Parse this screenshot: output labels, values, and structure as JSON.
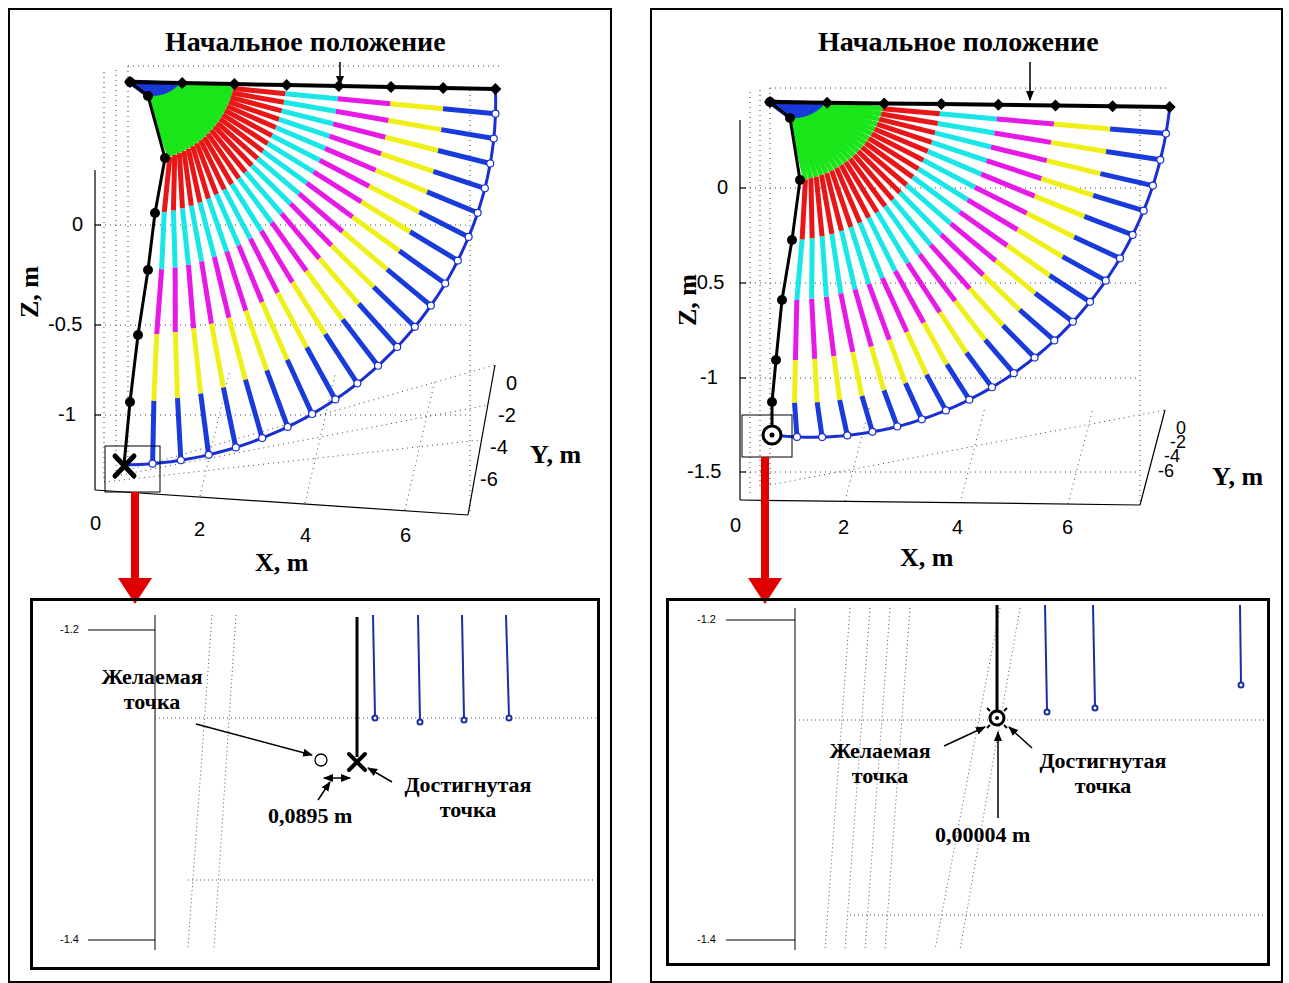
{
  "diagram": {
    "nodes": [
      {
        "text": [
          "Начальное положение"
        ]
      },
      {
        "text": [
          "Желаемая точка",
          "Достигнутая точка",
          "0,0895 m"
        ],
        "in": 0
      },
      {
        "text": [
          "Начальное положение"
        ]
      },
      {
        "text": [
          "Желаемая точка",
          "Достигнутая точка",
          "0,00004 m"
        ],
        "in": 2
      }
    ],
    "labels": [
      "0",
      "-0.5",
      "-1",
      "Z, m",
      "0",
      "2",
      "4",
      "6",
      "X, m",
      "0",
      "-2",
      "-4",
      "-6",
      "Y, m",
      "-1.2",
      "-1.4",
      "0",
      "-0.5",
      "-1",
      "-1.5",
      "Z, m",
      "0",
      "2",
      "4",
      "6",
      "X, m",
      "0",
      "-2",
      "-4",
      "-6",
      "Y, m",
      "-1.2",
      "-1.4"
    ]
  }
}
